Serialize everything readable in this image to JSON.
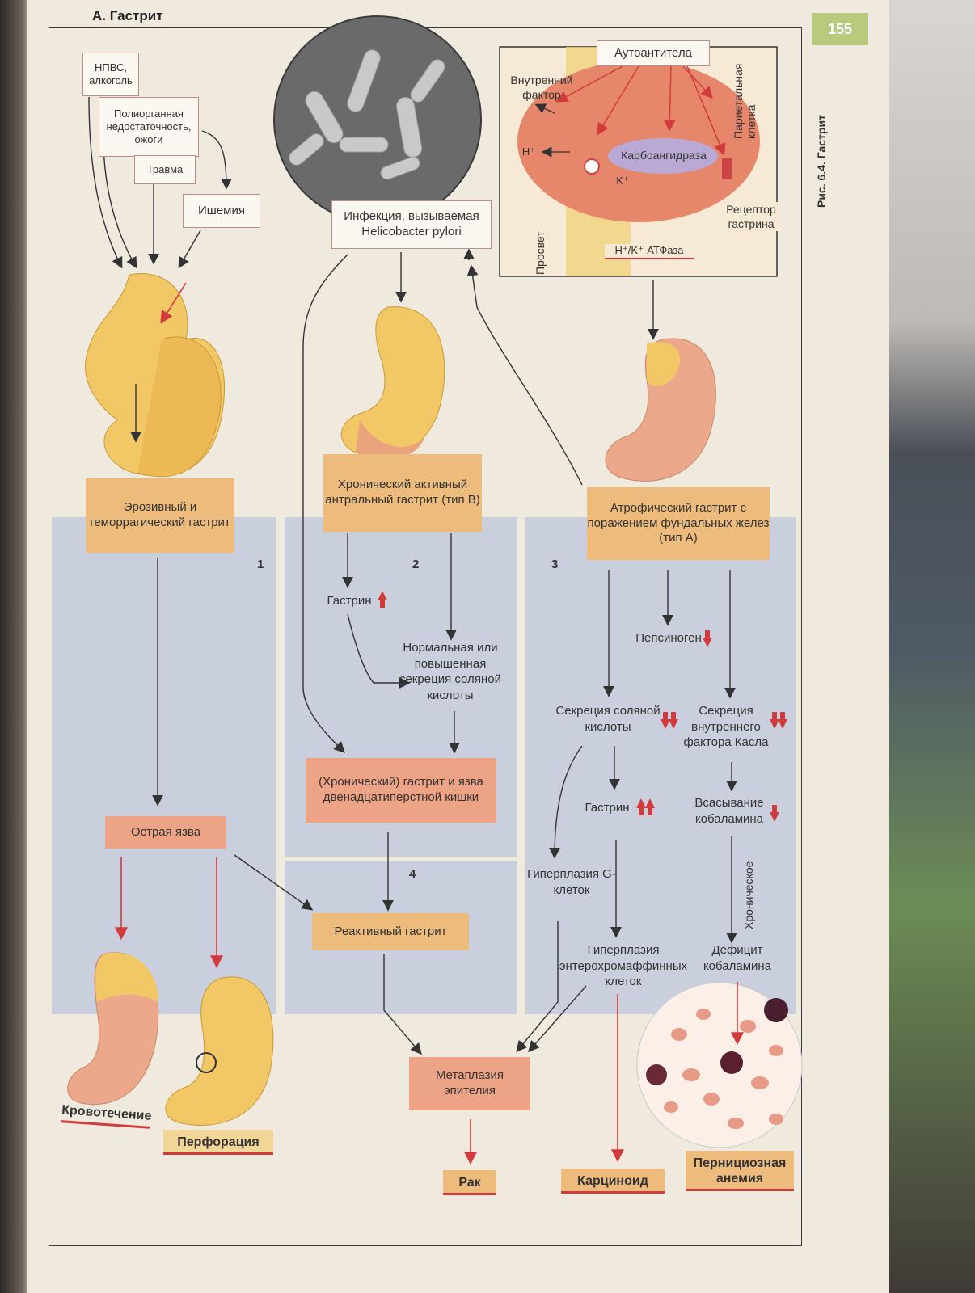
{
  "page": {
    "section_title": "А. Гастрит",
    "page_number": "155",
    "figure_label": "Рис. 6.4.  Гастрит"
  },
  "causes": {
    "nsaid": "НПВС, алкоголь",
    "organ_failure": "Полиорганная недостаточность, ожоги",
    "trauma": "Травма",
    "ischemia": "Ишемия",
    "infection": "Инфекция, вызываемая Helicobacter pylori"
  },
  "parietal": {
    "autoantibodies": "Аутоантитела",
    "intrinsic_factor": "Внутренний фактор",
    "parietal_cell": "Париетальная клетка",
    "h_ion": "H⁺",
    "k_ion": "K⁺",
    "carbonic_anhydrase": "Карбоангидраза",
    "gastrin_receptor": "Рецептор гастрина",
    "lumen": "Просвет",
    "atpase": "H⁺/K⁺-АТФаза"
  },
  "types": {
    "erosive": "Эрозивный и геморрагический гастрит",
    "chronic_antral": "Хронический активный антральный гастрит (тип В)",
    "atrophic": "Атрофический гастрит с поражением фундальных желез (тип А)"
  },
  "section_numbers": [
    "1",
    "2",
    "3",
    "4"
  ],
  "flow": {
    "gastrin_up": "Гастрин",
    "normal_acid": "Нормальная или повышенная секреция соляной кислоты",
    "chronic_ulcer": "(Хронический) гастрит и язва двенадцатиперстной кишки",
    "acute_ulcer": "Острая язва",
    "reactive": "Реактивный гастрит",
    "pepsinogen": "Пепсиноген",
    "hcl_secretion": "Секреция соляной кислоты",
    "if_secretion": "Секреция внутреннего фактора Касла",
    "gastrin_2": "Гастрин",
    "cobalamin_abs": "Всасывание кобаламина",
    "chronic": "Хроническое",
    "g_cell": "Гиперплазия G-клеток",
    "ecl": "Гиперплазия энтерохромаффинных клеток",
    "cobalamin_def": "Дефицит кобаламина",
    "metaplasia": "Метаплазия эпителия"
  },
  "outcomes": {
    "bleeding": "Кровотечение",
    "perforation": "Перфорация",
    "cancer": "Рак",
    "carcinoid": "Карциноид",
    "anemia": "Пернициозная анемия"
  },
  "colors": {
    "band": "#c9cfdc",
    "orange_box": "#edbb7c",
    "salmon_box": "#eda386",
    "red_arrow": "#d23b3b",
    "stomach": "#f2c766"
  }
}
